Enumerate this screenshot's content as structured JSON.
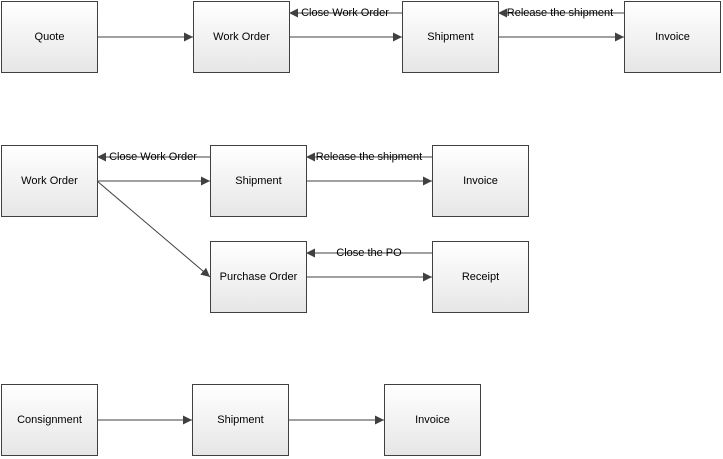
{
  "diagram": {
    "nodes": [
      {
        "id": "quote",
        "label": "Quote"
      },
      {
        "id": "work_order_1",
        "label": "Work Order"
      },
      {
        "id": "shipment_1",
        "label": "Shipment"
      },
      {
        "id": "invoice_1",
        "label": "Invoice"
      },
      {
        "id": "work_order_2",
        "label": "Work Order"
      },
      {
        "id": "shipment_2",
        "label": "Shipment"
      },
      {
        "id": "invoice_2",
        "label": "Invoice"
      },
      {
        "id": "purchase_order",
        "label": "Purchase Order"
      },
      {
        "id": "receipt",
        "label": "Receipt"
      },
      {
        "id": "consignment",
        "label": "Consignment"
      },
      {
        "id": "shipment_3",
        "label": "Shipment"
      },
      {
        "id": "invoice_3",
        "label": "Invoice"
      }
    ],
    "edges": [
      {
        "id": "quote_to_work_order",
        "from": "quote",
        "to": "work_order_1",
        "label": ""
      },
      {
        "id": "work_order_to_shipment_1",
        "from": "work_order_1",
        "to": "shipment_1",
        "label": ""
      },
      {
        "id": "shipment_to_invoice_1",
        "from": "shipment_1",
        "to": "invoice_1",
        "label": ""
      },
      {
        "id": "close_work_order_1",
        "from": "shipment_1",
        "to": "work_order_1",
        "label": "Close Work Order"
      },
      {
        "id": "release_shipment_1",
        "from": "invoice_1",
        "to": "shipment_1",
        "label": "Release the shipment"
      },
      {
        "id": "work_order_to_shipment_2",
        "from": "work_order_2",
        "to": "shipment_2",
        "label": ""
      },
      {
        "id": "shipment_to_invoice_2",
        "from": "shipment_2",
        "to": "invoice_2",
        "label": ""
      },
      {
        "id": "close_work_order_2",
        "from": "shipment_2",
        "to": "work_order_2",
        "label": "Close Work Order"
      },
      {
        "id": "release_shipment_2",
        "from": "invoice_2",
        "to": "shipment_2",
        "label": "Release the shipment"
      },
      {
        "id": "work_order_to_po",
        "from": "work_order_2",
        "to": "purchase_order",
        "label": ""
      },
      {
        "id": "po_to_receipt",
        "from": "purchase_order",
        "to": "receipt",
        "label": ""
      },
      {
        "id": "close_po",
        "from": "receipt",
        "to": "purchase_order",
        "label": "Close the PO"
      },
      {
        "id": "consignment_to_shipment",
        "from": "consignment",
        "to": "shipment_3",
        "label": ""
      },
      {
        "id": "shipment_to_invoice_3",
        "from": "shipment_3",
        "to": "invoice_3",
        "label": ""
      }
    ]
  }
}
